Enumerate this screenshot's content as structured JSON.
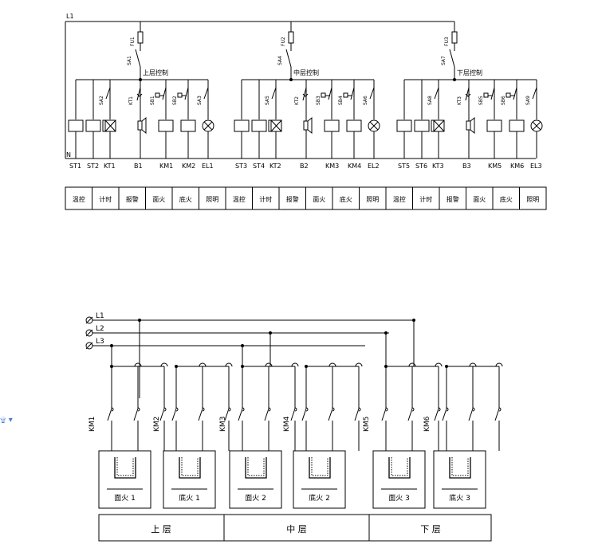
{
  "control_circuit": {
    "bus_label": "L1",
    "neutral_label": "N",
    "sections": [
      {
        "fuse": "FU1",
        "main_switch": "SA1",
        "title": "上层控制",
        "timer_switch": "SA2",
        "timer_contact": "KT1",
        "bottom_switch": "SA3",
        "fire_switches": [
          "SB1",
          "SB2"
        ],
        "elements": [
          "ST1",
          "ST2",
          "KT1",
          "B1",
          "KM1",
          "KM2",
          "EL1"
        ]
      },
      {
        "fuse": "FU2",
        "main_switch": "SA4",
        "title": "中层控制",
        "timer_switch": "SA5",
        "timer_contact": "KT2",
        "bottom_switch": "SA6",
        "fire_switches": [
          "SB3",
          "SB4"
        ],
        "elements": [
          "ST3",
          "ST4",
          "KT2",
          "B2",
          "KM3",
          "KM4",
          "EL2"
        ]
      },
      {
        "fuse": "FU3",
        "main_switch": "SA7",
        "title": "下层控制",
        "timer_switch": "SA8",
        "timer_contact": "KT3",
        "bottom_switch": "SA9",
        "fire_switches": [
          "SB5",
          "SB6"
        ],
        "elements": [
          "ST5",
          "ST6",
          "KT3",
          "B3",
          "KM5",
          "KM6",
          "EL3"
        ]
      }
    ],
    "function_labels": [
      "温控",
      "计时",
      "报警",
      "面火",
      "底火",
      "照明",
      "温控",
      "计时",
      "报警",
      "面火",
      "底火",
      "照明",
      "温控",
      "计时",
      "报警",
      "面火",
      "底火",
      "照明"
    ]
  },
  "power_circuit": {
    "phases": [
      "L1",
      "L2",
      "L3"
    ],
    "contactors": [
      "KM1",
      "KM2",
      "KM3",
      "KM4",
      "KM5",
      "KM6"
    ],
    "heaters": [
      "面火 1",
      "底火 1",
      "面火 2",
      "底火 2",
      "面火 3",
      "底火 3"
    ],
    "layers": [
      "上 层",
      "中 层",
      "下 层"
    ]
  },
  "margin_mark": "۩ ▾"
}
